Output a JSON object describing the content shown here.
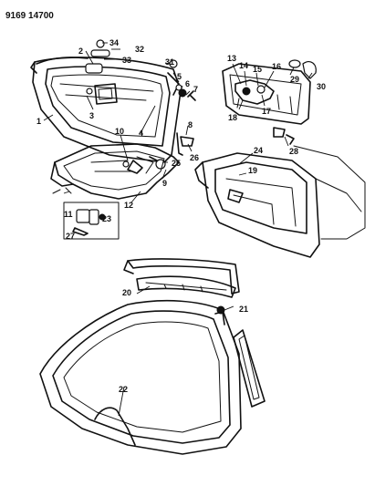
{
  "diagram_code": "9169 14700",
  "callouts": [
    "1",
    "2",
    "3",
    "4",
    "5",
    "6",
    "7",
    "8",
    "9",
    "10",
    "11",
    "12",
    "13",
    "14",
    "15",
    "16",
    "17",
    "18",
    "19",
    "20",
    "21",
    "22",
    "23",
    "24",
    "25",
    "26",
    "27",
    "28",
    "29",
    "30",
    "31",
    "32",
    "33",
    "34"
  ]
}
